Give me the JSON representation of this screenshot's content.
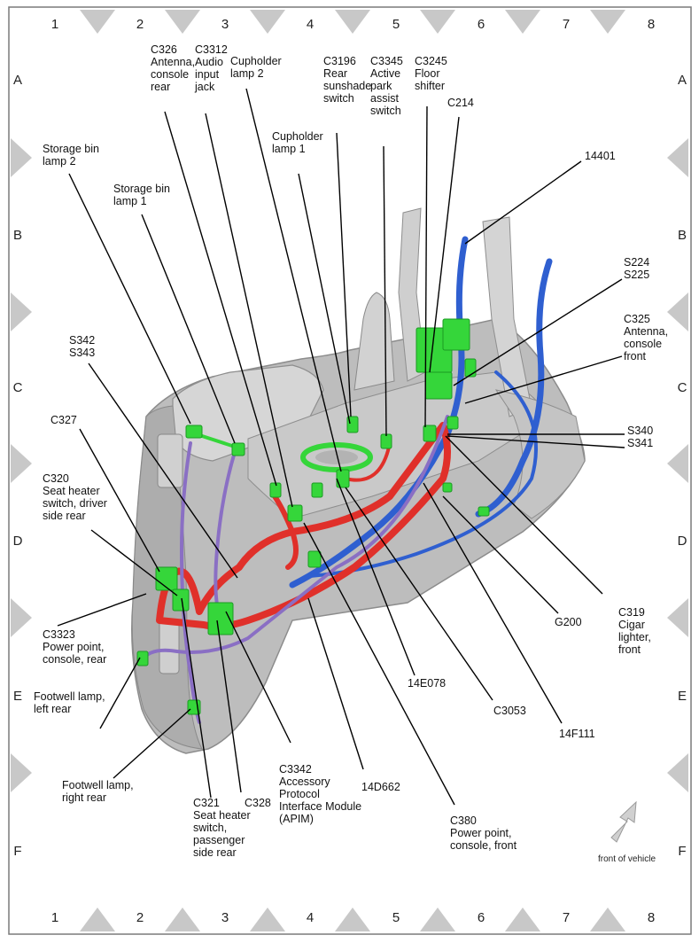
{
  "grid": {
    "columns": [
      "1",
      "2",
      "3",
      "4",
      "5",
      "6",
      "7",
      "8"
    ],
    "rows": [
      "A",
      "B",
      "C",
      "D",
      "E",
      "F"
    ]
  },
  "colors": {
    "frame": "#7a7a7a",
    "marker": "#c8c8c8",
    "console_body": "#bdbdbd",
    "harness_red": "#e0302a",
    "harness_blue": "#2f5fd0",
    "harness_purple": "#8a6fc4",
    "connector_green": "#35d63a"
  },
  "callouts": [
    {
      "id": "storage-bin-lamp-2",
      "lines": [
        "Storage bin",
        "lamp 2"
      ]
    },
    {
      "id": "storage-bin-lamp-1",
      "lines": [
        "Storage bin",
        "lamp 1"
      ]
    },
    {
      "id": "c326",
      "lines": [
        "C326",
        "Antenna,",
        "console",
        "rear"
      ]
    },
    {
      "id": "c3312",
      "lines": [
        "C3312",
        "Audio",
        "input",
        "jack"
      ]
    },
    {
      "id": "cupholder-lamp-2",
      "lines": [
        "Cupholder",
        "lamp 2"
      ]
    },
    {
      "id": "cupholder-lamp-1",
      "lines": [
        "Cupholder",
        "lamp 1"
      ]
    },
    {
      "id": "c3196",
      "lines": [
        "C3196",
        "Rear",
        "sunshade",
        "switch"
      ]
    },
    {
      "id": "c3345",
      "lines": [
        "C3345",
        "Active",
        "park",
        "assist",
        "switch"
      ]
    },
    {
      "id": "c3245",
      "lines": [
        "C3245",
        "Floor",
        "shifter"
      ]
    },
    {
      "id": "c214",
      "lines": [
        "C214"
      ]
    },
    {
      "id": "14401",
      "lines": [
        "14401"
      ]
    },
    {
      "id": "s224-s225",
      "lines": [
        "S224",
        "S225"
      ]
    },
    {
      "id": "c325",
      "lines": [
        "C325",
        "Antenna,",
        "console",
        "front"
      ]
    },
    {
      "id": "s340-s341",
      "lines": [
        "S340",
        "S341"
      ]
    },
    {
      "id": "s342-s343",
      "lines": [
        "S342",
        "S343"
      ]
    },
    {
      "id": "c327",
      "lines": [
        "C327"
      ]
    },
    {
      "id": "c320",
      "lines": [
        "C320",
        "Seat heater",
        "switch, driver",
        "side rear"
      ]
    },
    {
      "id": "c3323",
      "lines": [
        "C3323",
        "Power point,",
        "console, rear"
      ]
    },
    {
      "id": "footwell-left",
      "lines": [
        "Footwell lamp,",
        "left rear"
      ]
    },
    {
      "id": "footwell-right",
      "lines": [
        "Footwell lamp,",
        "right rear"
      ]
    },
    {
      "id": "c321",
      "lines": [
        "C321",
        "Seat heater",
        "switch,",
        "passenger",
        "side rear"
      ]
    },
    {
      "id": "c328",
      "lines": [
        "C328"
      ]
    },
    {
      "id": "c3342",
      "lines": [
        "C3342",
        "Accessory",
        "Protocol",
        "Interface Module",
        "(APIM)"
      ]
    },
    {
      "id": "14d662",
      "lines": [
        "14D662"
      ]
    },
    {
      "id": "c380",
      "lines": [
        "C380",
        "Power point,",
        "console, front"
      ]
    },
    {
      "id": "14e078",
      "lines": [
        "14E078"
      ]
    },
    {
      "id": "c3053",
      "lines": [
        "C3053"
      ]
    },
    {
      "id": "14f111",
      "lines": [
        "14F111"
      ]
    },
    {
      "id": "g200",
      "lines": [
        "G200"
      ]
    },
    {
      "id": "c319",
      "lines": [
        "C319",
        "Cigar",
        "lighter,",
        "front"
      ]
    }
  ],
  "orientation": {
    "label": "front of vehicle"
  }
}
